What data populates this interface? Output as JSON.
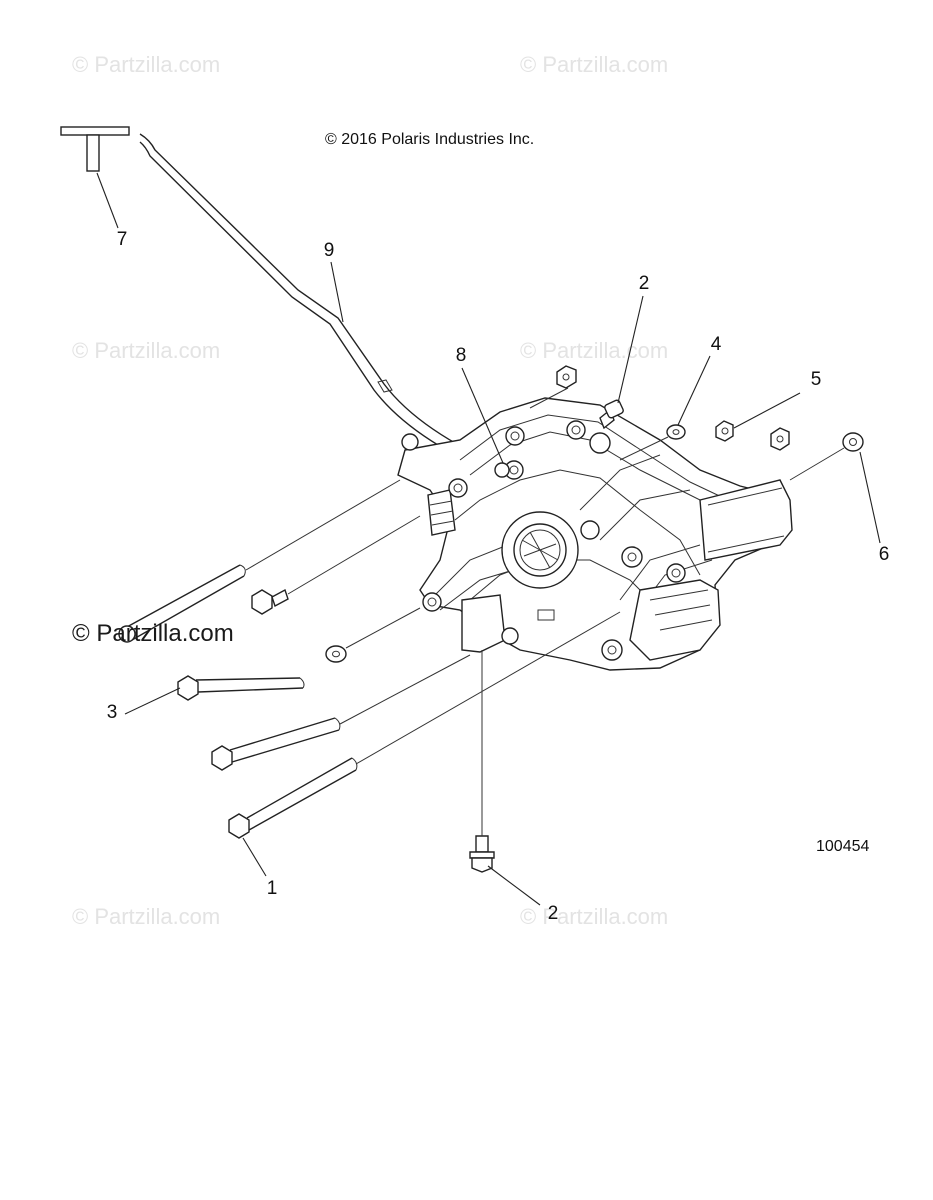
{
  "copyright": "© 2016 Polaris Industries Inc.",
  "document_number": "100454",
  "watermark_text": "© Partzilla.com",
  "watermark_main": "© Partzilla.com",
  "callouts": [
    {
      "id": "c7",
      "label": "7"
    },
    {
      "id": "c9",
      "label": "9"
    },
    {
      "id": "c2a",
      "label": "2"
    },
    {
      "id": "c8",
      "label": "8"
    },
    {
      "id": "c4",
      "label": "4"
    },
    {
      "id": "c5",
      "label": "5"
    },
    {
      "id": "c6",
      "label": "6"
    },
    {
      "id": "c3",
      "label": "3"
    },
    {
      "id": "c1",
      "label": "1"
    },
    {
      "id": "c2b",
      "label": "2"
    }
  ],
  "colors": {
    "line": "#222222",
    "watermark": "#e3e3e3",
    "background": "#ffffff"
  }
}
